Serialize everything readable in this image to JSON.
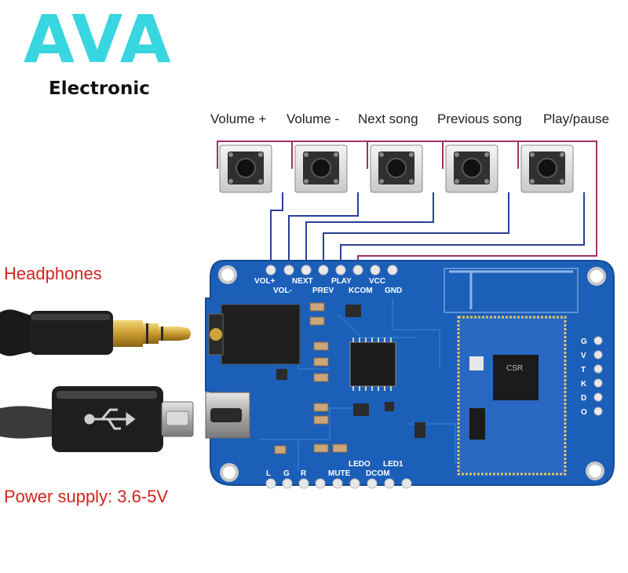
{
  "brand": {
    "name": "AVA",
    "subtitle": "Electronic"
  },
  "buttons": [
    {
      "label": "Volume +",
      "pin": "VOL+"
    },
    {
      "label": "Volume -",
      "pin": "VOL-"
    },
    {
      "label": "Next song",
      "pin": "NEXT"
    },
    {
      "label": "Previous song",
      "pin": "PREV"
    },
    {
      "label": "Play/pause",
      "pin": "PLAY"
    }
  ],
  "side_labels": {
    "headphones": "Headphones",
    "power": "Power supply: 3.6-5V"
  },
  "board": {
    "top_pins_upper": [
      "VOL+",
      "NEXT",
      "PLAY",
      "VCC"
    ],
    "top_pins_lower": [
      "VOL-",
      "PREV",
      "KCOM",
      "GND"
    ],
    "bottom_pins_upper": [
      "LEDO",
      "LED1"
    ],
    "bottom_pins_lower": [
      "L",
      "G",
      "R",
      "MUTE",
      "DCOM"
    ],
    "module_label": "CSR",
    "right_edge_letters": [
      "G",
      "V",
      "T",
      "K",
      "D",
      "O"
    ]
  },
  "colors": {
    "brand": "#38d6e0",
    "board": "#1c5fb8",
    "wire_button": "#a0306a",
    "wire_signal": "#2a3f98",
    "label_red": "#d2231f"
  }
}
